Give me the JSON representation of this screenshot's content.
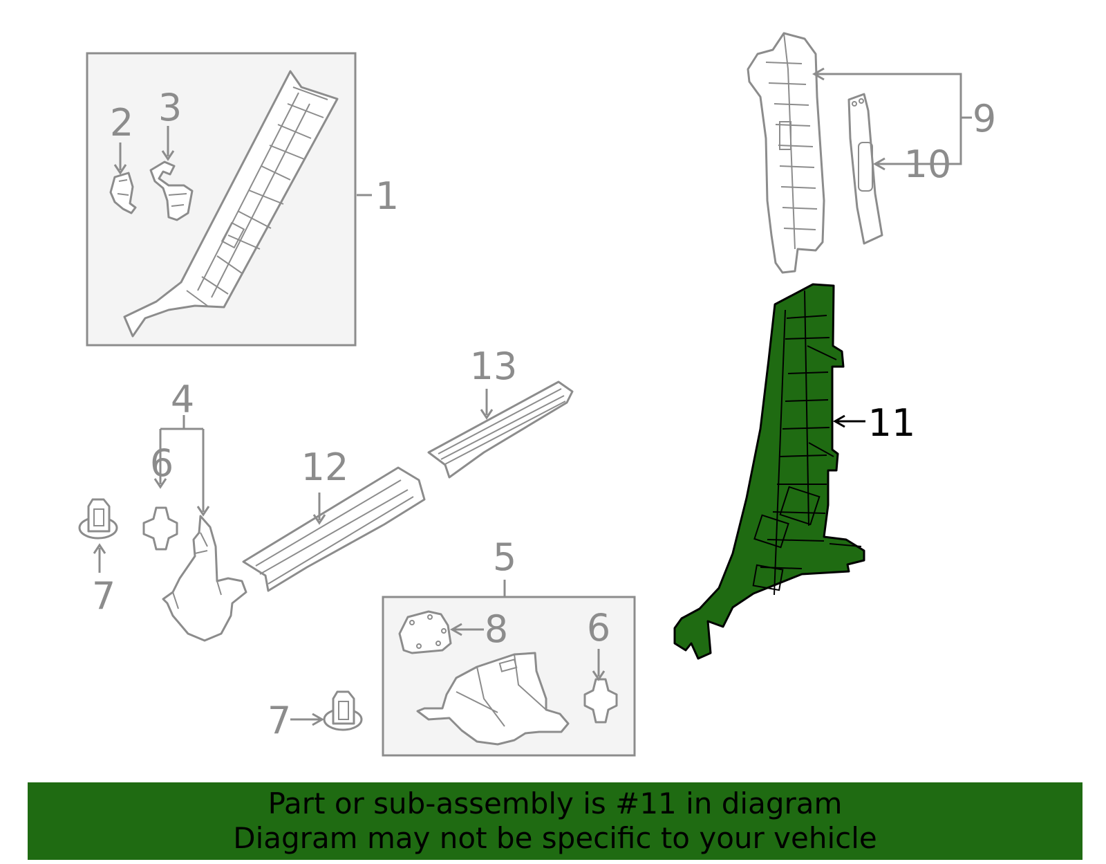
{
  "callouts": {
    "c1": "1",
    "c2": "2",
    "c3": "3",
    "c4": "4",
    "c5": "5",
    "c6a": "6",
    "c6b": "6",
    "c7a": "7",
    "c7b": "7",
    "c8": "8",
    "c9": "9",
    "c10": "10",
    "c11": "11",
    "c12": "12",
    "c13": "13"
  },
  "highlight": {
    "part_number": "11",
    "color": "#1f6b12"
  },
  "banner": {
    "line1": "Part or sub-assembly is #11 in diagram",
    "line2": "Diagram may not be specific to your vehicle",
    "color": "#1f6b12"
  }
}
